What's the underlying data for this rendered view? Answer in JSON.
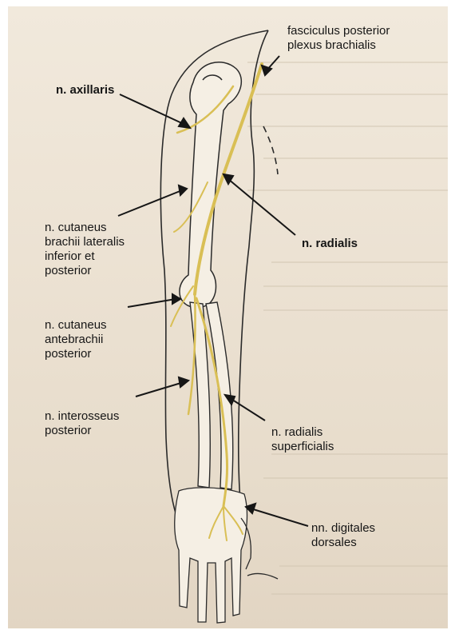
{
  "labels": {
    "fasciculus_posterior": "fasciculus posterior\nplexus brachialis",
    "axillaris": "n. axillaris",
    "radialis": "n. radialis",
    "cutaneus_brachii": "n. cutaneus\nbrachii lateralis\ninferior et\nposterior",
    "cutaneus_antebrachii": "n. cutaneus\nantebrachii\nposterior",
    "interosseus": "n. interosseus\nposterior",
    "radialis_superficialis": "n. radialis\nsuperficialis",
    "digitales": "nn. digitales\ndorsales"
  },
  "colors": {
    "nerve": "#d9bf55",
    "ink": "#2a2a2a",
    "paper": "#ece2d3"
  }
}
